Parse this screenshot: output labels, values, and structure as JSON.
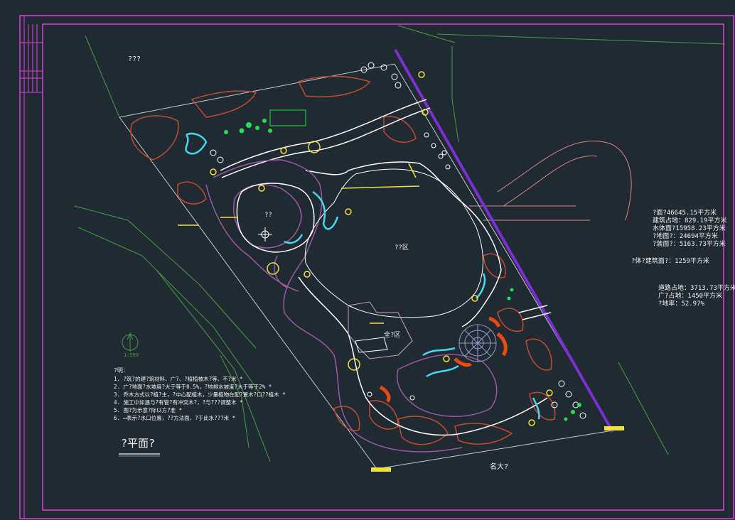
{
  "drawing": {
    "title": "?平面?",
    "colors": {
      "background": "#1f2a33",
      "frame": "#e040e0",
      "boundary": "#7a30d0",
      "road": "#ffffff",
      "paths": "#9a5aa0",
      "water": "#46d8f0",
      "plants_red": "#c24a2e",
      "plants_green": "#22e04a",
      "yellow": "#f0e040",
      "green_lines": "#4a9a40",
      "pink_lines": "#d08a8a"
    }
  },
  "labels": {
    "top_left": "???",
    "road_bottom": "名大?",
    "lake": "??",
    "center_area": "??区",
    "building": "全?区",
    "north_scale": "1:500"
  },
  "statistics": [
    "?面?46645.15平方米",
    "建筑占地：829.19平方米",
    "水体面?15958.23平方米",
    "?地面?：24694平方米",
    "?装面?：5163.73平方米",
    "?体?建筑面?：1259平方米",
    "道路占地：3713.73平方米",
    "广?占地：1450平方米",
    "?地率：52.97%"
  ],
  "notes": {
    "header": "?明：",
    "items": [
      "1. ?筑?的建?筑材料、广?、?植植被木?等、不?米 *",
      "2. 广?地面?水坡度?大于等于0.5%，?地排水坡度?大于等于2% *",
      "3. 乔木方式以?植?主，?中心配植木，少量植物在配?置木?口??植木 *",
      "4. 施工中如遇与?有管?有冲突木?，?与???调整木 *",
      "5. 图?为示意?际以方?准 *",
      "6. ▭表示?水口位置，??方法面，?于此水???米 *"
    ]
  }
}
